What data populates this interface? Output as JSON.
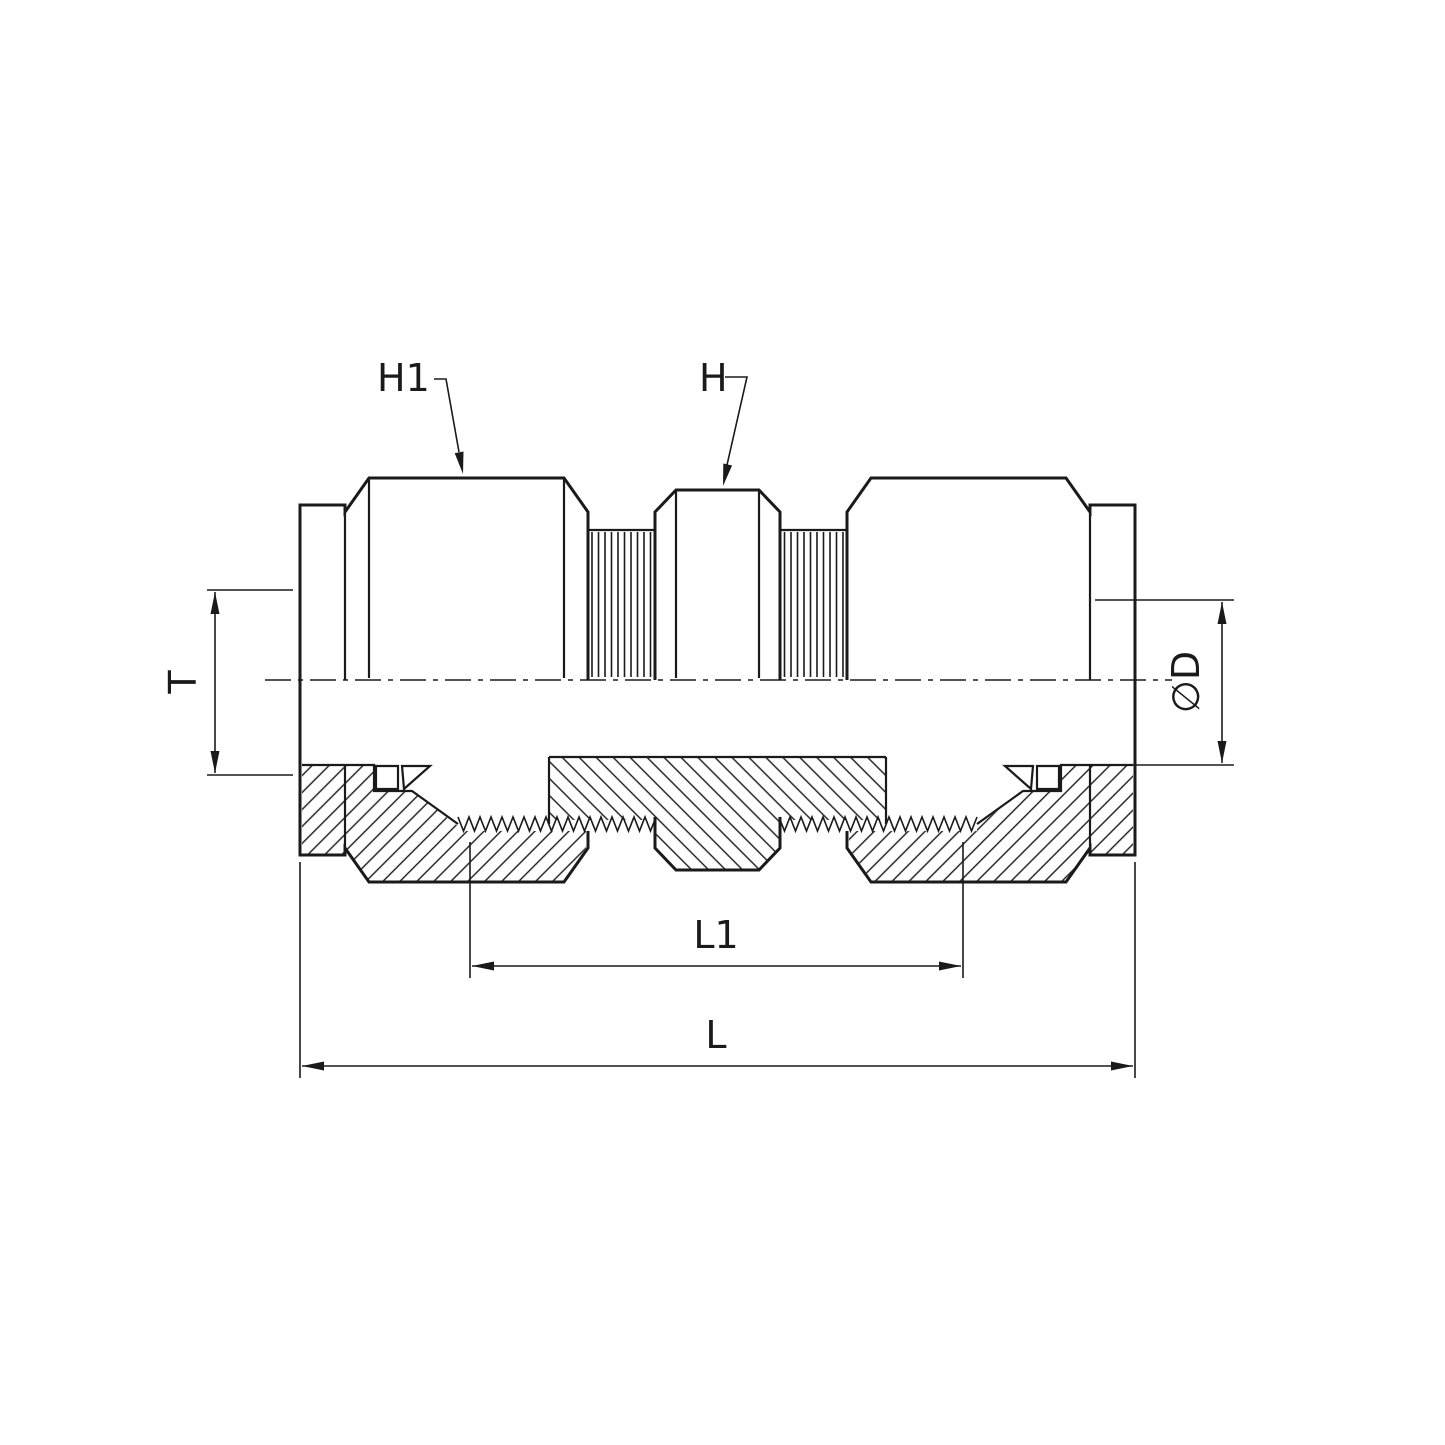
{
  "drawing": {
    "labels": {
      "h1": "H1",
      "h": "H",
      "t": "T",
      "diameter_d": "∅D",
      "l1": "L1",
      "l": "L"
    },
    "colors": {
      "line": "#1a1a1a",
      "background": "#ffffff"
    }
  }
}
